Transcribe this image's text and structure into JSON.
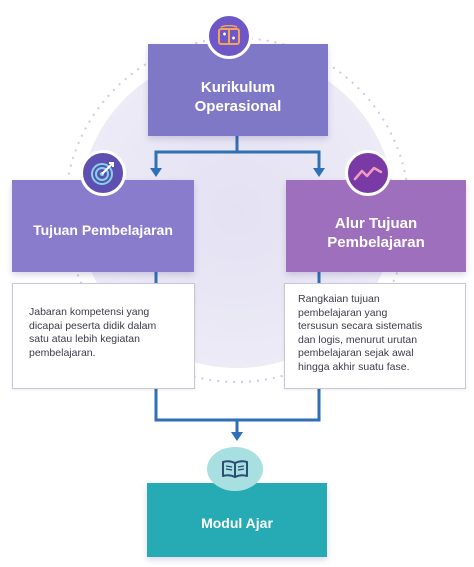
{
  "nodes": {
    "kurikulum_line1": "Kurikulum",
    "kurikulum_line2": "Operasional",
    "tujuan": "Tujuan Pembelajaran",
    "alur_line1": "Alur Tujuan",
    "alur_line2": "Pembelajaran",
    "modul": "Modul Ajar"
  },
  "descriptions": {
    "tujuan_lines": [
      "Jabaran kompetensi yang",
      "dicapai peserta didik dalam",
      "satu atau lebih kegiatan",
      "pembelajaran."
    ],
    "alur_lines": [
      "Rangkaian tujuan",
      "pembelajaran yang",
      "tersusun secara sistematis",
      "dan logis, menurut urutan",
      "pembelajaran sejak awal",
      "hingga akhir suatu fase."
    ]
  },
  "icons": {
    "kurikulum": "curriculum-icon",
    "tujuan": "target-icon",
    "alur": "trend-chart-icon",
    "modul": "book-icon"
  },
  "colors": {
    "kurikulum": "#7e78c6",
    "tujuan": "#8a7ccc",
    "alur": "#9d6fbd",
    "modul": "#26aab4",
    "connector": "#2f6fb5"
  }
}
